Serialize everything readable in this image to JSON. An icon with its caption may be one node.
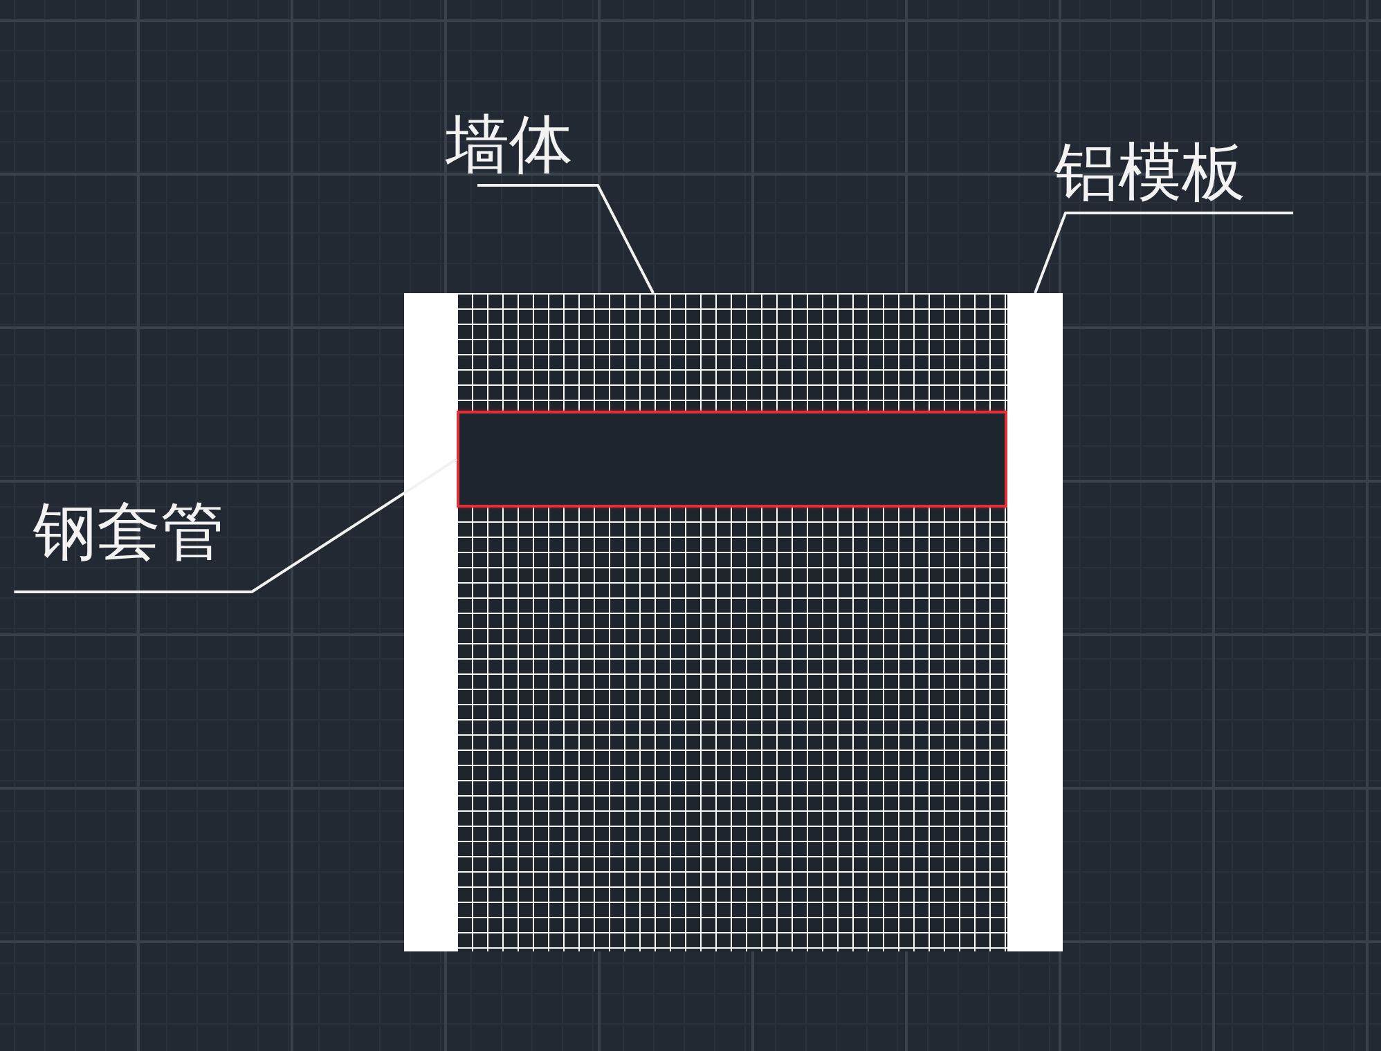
{
  "diagram": {
    "nodes": [
      {
        "text": [
          "墙体"
        ]
      },
      {
        "text": [],
        "shape": "box"
      },
      {
        "text": [
          "铝模板"
        ]
      },
      {
        "text": [],
        "shape": "bar"
      },
      {
        "text": [],
        "shape": "bar"
      },
      {
        "text": [
          "钢套管"
        ]
      },
      {
        "text": [],
        "shape": "box",
        "in": 1
      }
    ],
    "edges": [
      {
        "from": 0,
        "to": 1,
        "arrow": "none"
      },
      {
        "from": 2,
        "to": 4,
        "arrow": "none"
      },
      {
        "from": 5,
        "to": 6,
        "arrow": "none"
      }
    ]
  }
}
